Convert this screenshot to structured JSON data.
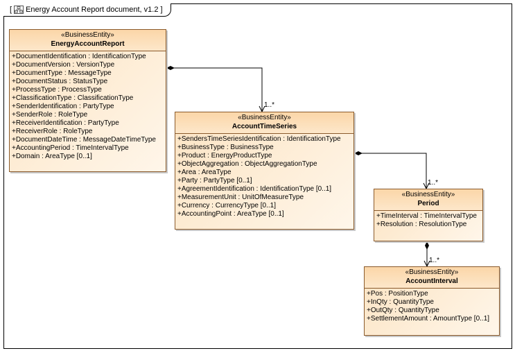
{
  "frame": {
    "bracket_open": "[",
    "icon": "package-diagram-icon",
    "title": "Energy Account Report document, v1.2",
    "bracket_close": "]"
  },
  "classes": {
    "energy_account_report": {
      "stereotype": "«BusinessEntity»",
      "name": "EnergyAccountReport",
      "attributes": [
        "+DocumentIdentification : IdentificationType",
        "+DocumentVersion : VersionType",
        "+DocumentType : MessageType",
        "+DocumentStatus : StatusType",
        "+ProcessType : ProcessType",
        "+ClassificationType : ClassificationType",
        "+SenderIdentification : PartyType",
        "+SenderRole : RoleType",
        "+ReceiverIdentification : PartyType",
        "+ReceiverRole : RoleType",
        "+DocumentDateTime : MessageDateTimeType",
        "+AccountingPeriod : TimeIntervalType",
        "+Domain : AreaType [0..1]"
      ]
    },
    "account_time_series": {
      "stereotype": "«BusinessEntity»",
      "name": "AccountTimeSeries",
      "attributes": [
        "+SendersTimeSeriesIdentification : IdentificationType",
        "+BusinessType : BusinessType",
        "+Product : EnergyProductType",
        "+ObjectAggregation : ObjectAggregationType",
        "+Area : AreaType",
        "+Party : PartyType [0..1]",
        "+AgreementIdentification : IdentificationType [0..1]",
        "+MeasurementUnit : UnitOfMeasureType",
        "+Currency : CurrencyType [0..1]",
        "+AccountingPoint : AreaType [0..1]"
      ]
    },
    "period": {
      "stereotype": "«BusinessEntity»",
      "name": "Period",
      "attributes": [
        "+TimeInterval : TimeIntervalType",
        "+Resolution : ResolutionType"
      ]
    },
    "account_interval": {
      "stereotype": "«BusinessEntity»",
      "name": "AccountInterval",
      "attributes": [
        "+Pos : PositionType",
        "+InQty : QuantityType",
        "+OutQty : QuantityType",
        "+SettlementAmount : AmountType [0..1]"
      ]
    }
  },
  "associations": {
    "report_to_timeseries": {
      "multiplicity": "1..*"
    },
    "timeseries_to_period": {
      "multiplicity": "1..*"
    },
    "period_to_interval": {
      "multiplicity": "1..*"
    }
  }
}
